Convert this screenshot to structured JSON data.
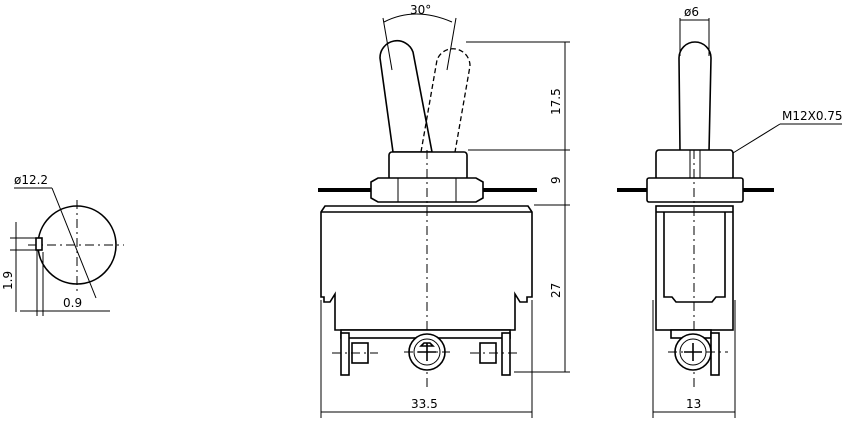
{
  "dimensions": {
    "bushing_diameter": "ø12.2",
    "flat_width": "0.9",
    "flat_depth": "1.9",
    "throw_angle": "30°",
    "lever_length": "17.5",
    "bushing_height": "9",
    "body_height": "27",
    "body_width": "33.5",
    "lever_diameter": "ø6",
    "thread_spec": "M12X0.75",
    "side_width": "13"
  }
}
